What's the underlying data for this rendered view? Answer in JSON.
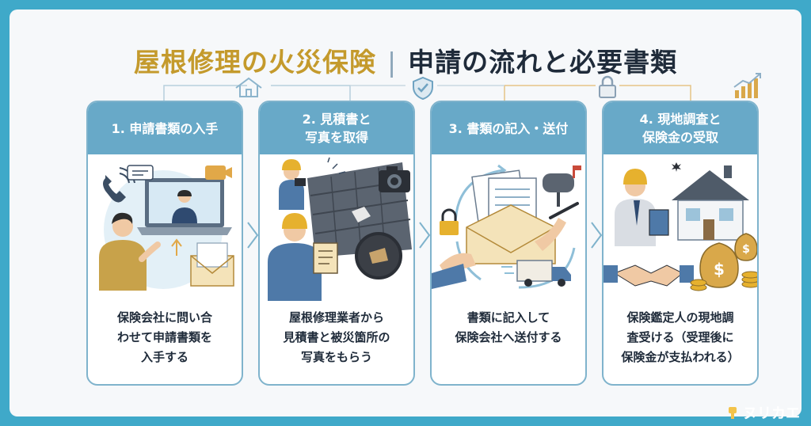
{
  "title": {
    "part1": "屋根修理の火災保険",
    "separator": "|",
    "part2": "申請の流れと必要書類"
  },
  "steps": [
    {
      "heading": "1. 申請書類の入手",
      "description": "保険会社に問い合\nわせて申請書類を\n入手する",
      "top_icon": "house-outline-icon"
    },
    {
      "heading": "2. 見積書と\n写真を取得",
      "description": "屋根修理業者から\n見積書と被災箇所の\n写真をもらう",
      "top_icon": "shield-check-icon"
    },
    {
      "heading": "3. 書類の記入・送付",
      "description": "書類に記入して\n保険会社へ送付する",
      "top_icon": "lock-icon"
    },
    {
      "heading": "4. 現地調査と\n保険金の受取",
      "description": "保険鑑定人の現地調\n査受ける（受理後に\n保険金が支払われる）",
      "top_icon": "growth-chart-icon"
    }
  ],
  "logo": {
    "text": "ヌリカエ",
    "icon": "brush-icon"
  },
  "colors": {
    "frame": "#3fa9c9",
    "card_header": "#68a9c8",
    "title_gold": "#c49a2c",
    "title_dark": "#1f2b3a"
  }
}
